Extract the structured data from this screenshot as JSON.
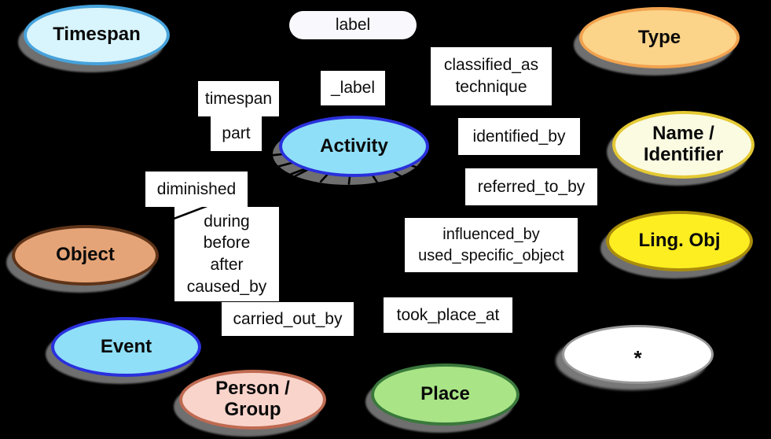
{
  "diagram": {
    "background_color": "#000000",
    "shadow_color": "#6f6f6f",
    "entities": {
      "timespan": {
        "label": "Timespan",
        "fill": "#d8f4fc",
        "border": "#46a2db"
      },
      "type": {
        "label": "Type",
        "fill": "#fbd389",
        "border": "#f1a24e"
      },
      "activity": {
        "label": "Activity",
        "fill": "#8edff7",
        "border": "#2a30dc"
      },
      "name_identifier": {
        "label": "Name /\nIdentifier",
        "fill": "#fbfbe2",
        "border": "#e4c934"
      },
      "object": {
        "label": "Object",
        "fill": "#e5a477",
        "border": "#5e3318"
      },
      "ling_obj": {
        "label": "Ling. Obj",
        "fill": "#fdee22",
        "border": "#aa8c0b"
      },
      "event": {
        "label": "Event",
        "fill": "#8edff7",
        "border": "#2a30dc"
      },
      "person_group": {
        "label": "Person /\nGroup",
        "fill": "#f9d4cb",
        "border": "#bf6a51"
      },
      "place": {
        "label": "Place",
        "fill": "#a9e586",
        "border": "#3a783c"
      },
      "star": {
        "label": "*",
        "fill": "#ffffff",
        "border": "#999999"
      }
    },
    "properties": {
      "label_pill": "label",
      "underscore_label": "_label",
      "classified_as": "classified_as\ntechnique",
      "timespan": "timespan",
      "part": "part",
      "identified_by": "identified_by",
      "referred_to_by": "referred_to_by",
      "diminished": "diminished",
      "temporal": "during\nbefore\nafter\ncaused_by",
      "influenced": "influenced_by\nused_specific_object",
      "carried_out_by": "carried_out_by",
      "took_place_at": "took_place_at"
    },
    "edges": {
      "activity_fan": "nine short black edge stubs radiating from bottom of Activity over its shadow",
      "activity_object_edge": "diagonal black edge from Activity toward Object, visible over the temporal label box corner"
    }
  }
}
